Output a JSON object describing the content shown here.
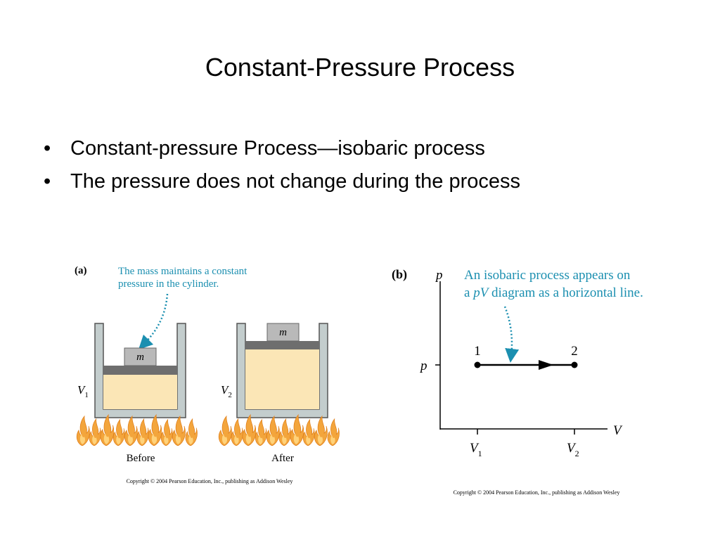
{
  "slide": {
    "title": "Constant-Pressure Process",
    "bullets": [
      "Constant-pressure Process—isobaric process",
      "The pressure does not change during the process"
    ]
  },
  "figure_a": {
    "label": "(a)",
    "note_line1": "The mass maintains a constant",
    "note_line2": "pressure in the cylinder.",
    "mass_label": "m",
    "v1_main": "V",
    "v1_sub": "1",
    "v2_main": "V",
    "v2_sub": "2",
    "before": "Before",
    "after": "After",
    "copyright": "Copyright © 2004 Pearson Education, Inc., publishing as Addison Wesley"
  },
  "figure_b": {
    "label": "(b)",
    "note_line1": "An isobaric process appears on",
    "note_prefix": "a ",
    "note_italic": "pV",
    "note_suffix": " diagram as a horizontal line.",
    "y_axis": "p",
    "x_axis": "V",
    "p_tick": "p",
    "state1": "1",
    "state2": "2",
    "v1_main": "V",
    "v1_sub": "1",
    "v2_main": "V",
    "v2_sub": "2",
    "copyright": "Copyright © 2004 Pearson Education, Inc., publishing as Addison Wesley"
  },
  "colors": {
    "annotation": "#1b8fb0",
    "cylinder_wall": "#c3cdcd",
    "gas": "#fbe6b6",
    "piston": "#6e6e6e",
    "mass": "#b9b9b9",
    "flame": "#f3a53c"
  }
}
